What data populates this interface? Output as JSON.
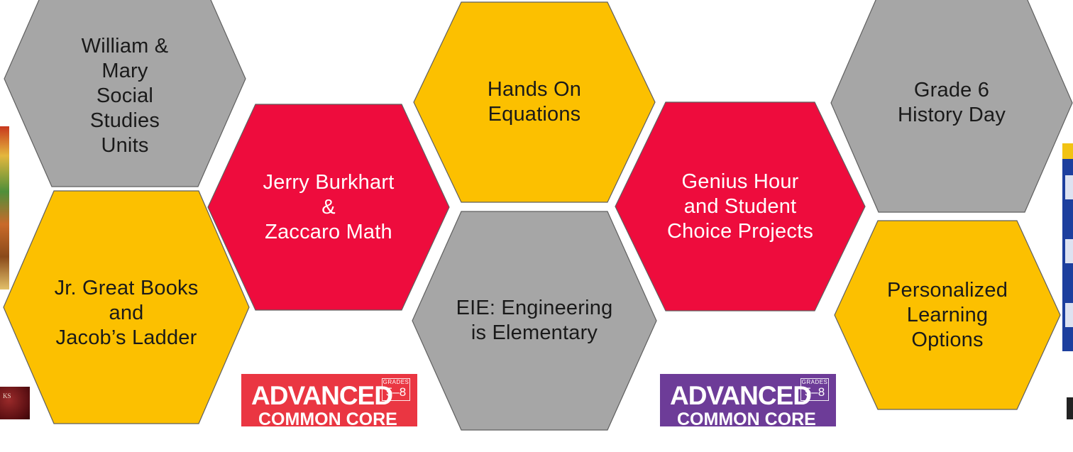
{
  "colors": {
    "gray": "#a6a6a6",
    "gold": "#fcc000",
    "red": "#ee0c3d",
    "dark_text": "#1a1a1a",
    "light_text": "#ffffff",
    "border": "#5f5f5f"
  },
  "hexagons": [
    {
      "id": "william-mary",
      "text": "William &\nMary\nSocial\nStudies\nUnits",
      "color": "gray"
    },
    {
      "id": "jr-great-books",
      "text": "Jr. Great Books\nand\nJacob’s Ladder",
      "color": "gold"
    },
    {
      "id": "jerry-burkhart",
      "text": "Jerry Burkhart\n&\nZaccaro Math",
      "color": "red"
    },
    {
      "id": "hands-on-equations",
      "text": "Hands On\nEquations",
      "color": "gold"
    },
    {
      "id": "eie",
      "text": "EIE: Engineering\nis Elementary",
      "color": "gray"
    },
    {
      "id": "genius-hour",
      "text": "Genius Hour\nand Student\nChoice Projects",
      "color": "red"
    },
    {
      "id": "grade6-history",
      "text": "Grade 6\nHistory Day",
      "color": "gray"
    },
    {
      "id": "personalized",
      "text": "Personalized\nLearning\nOptions",
      "color": "gold"
    }
  ],
  "covers": {
    "advanced_red": {
      "brand": "ADVANCED",
      "line2": "COMMON CORE",
      "grades_label": "GRADES",
      "grades": "5–8"
    },
    "advanced_purple": {
      "brand": "ADVANCED",
      "line2": "COMMON CORE",
      "grades_label": "GRADES",
      "grades": "5–8"
    },
    "bottom_left_text": "KS"
  }
}
